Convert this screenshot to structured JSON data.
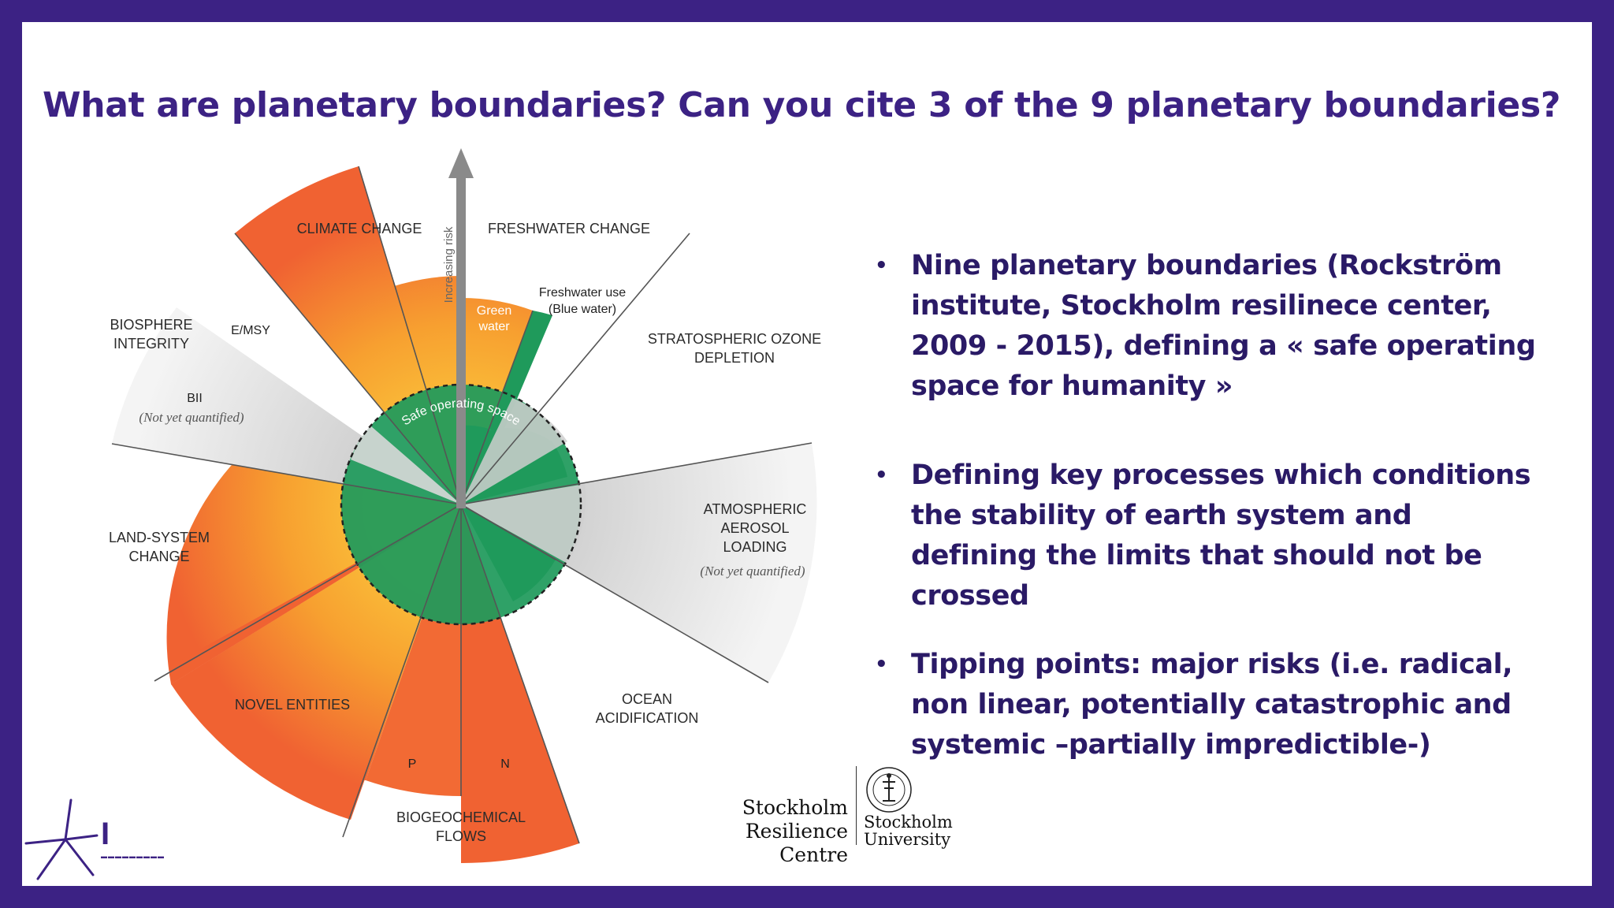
{
  "slide": {
    "title": "What are planetary boundaries? Can you cite 3 of the 9 planetary boundaries?",
    "bullets": [
      "Nine planetary boundaries (Rockström institute, Stockholm resilinece center, 2009 - 2015), defining a « safe operating space for humanity »",
      "Defining key processes which conditions the stability of earth system and defining the limits that should not be crossed",
      "Tipping points: major risks (i.e. radical, non linear, potentially catastrophic and systemic –partially impredictible-)"
    ]
  },
  "diagram": {
    "arrow_label": "Increasing risk",
    "safe_space_label": "Safe operating space",
    "boundaries": {
      "climate": "CLIMATE CHANGE",
      "freshwater": "FRESHWATER CHANGE",
      "ozone_1": "STRATOSPHERIC OZONE",
      "ozone_2": "DEPLETION",
      "aerosol_1": "ATMOSPHERIC",
      "aerosol_2": "AEROSOL",
      "aerosol_3": "LOADING",
      "aerosol_note": "(Not yet quantified)",
      "ocean_1": "OCEAN",
      "ocean_2": "ACIDIFICATION",
      "biogeo_1": "BIOGEOCHEMICAL",
      "biogeo_2": "FLOWS",
      "novel": "NOVEL ENTITIES",
      "land_1": "LAND-SYSTEM",
      "land_2": "CHANGE",
      "biosphere_1": "BIOSPHERE",
      "biosphere_2": "INTEGRITY",
      "bii": "BII",
      "bii_note": "(Not yet quantified)"
    },
    "sub_labels": {
      "emsy": "E/MSY",
      "green_water_1": "Green",
      "green_water_2": "water",
      "freshwater_use_1": "Freshwater use",
      "freshwater_use_2": "(Blue water)",
      "p": "P",
      "n": "N"
    },
    "colors": {
      "safe_green": "#1f9a5b",
      "orange": "#f59a2e",
      "red_orange": "#f06232",
      "grey": "#d8d8d8",
      "title_purple": "#3c2284"
    }
  },
  "logos": {
    "org_line_1": "Stockholm",
    "org_line_2": "Resilience Centre",
    "uni_line_1": "Stockholm",
    "uni_line_2": "University",
    "corner_letter": "I"
  }
}
